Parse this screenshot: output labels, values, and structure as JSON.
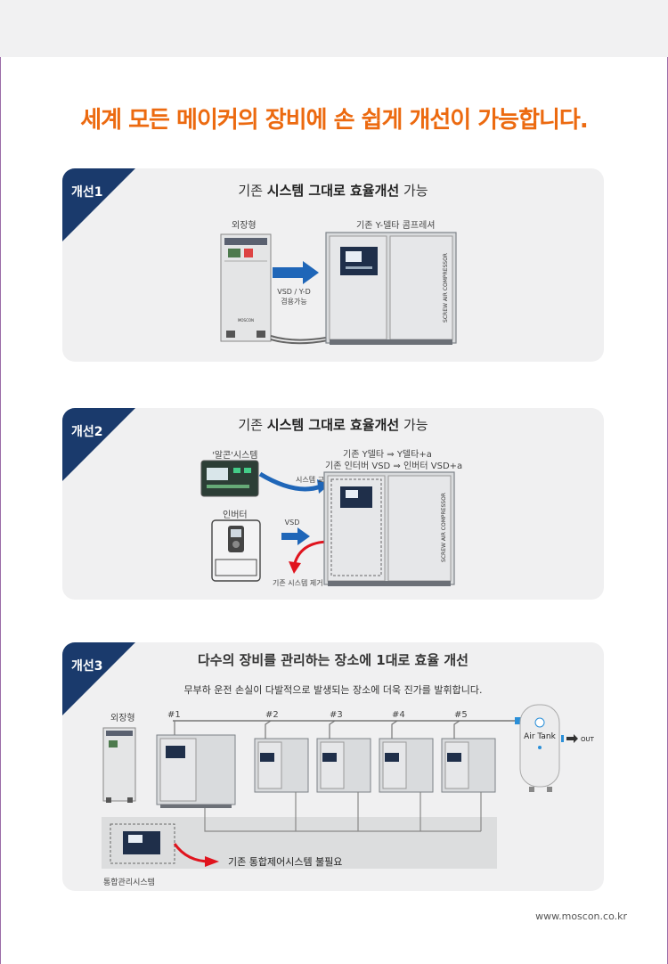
{
  "headline": "세계 모든 메이커의 장비에 손 쉽게 개선이 가능합니다.",
  "colors": {
    "accent": "#ec6a10",
    "navy": "#1a3a6c",
    "arrow_blue": "#1f66b8",
    "arrow_red": "#e0141e",
    "card_bg": "#f0f0f1"
  },
  "card1": {
    "tag": "개선1",
    "sub_pre": "기존 ",
    "sub_bold": "시스템 그대로 효율개선",
    "sub_post": " 가능",
    "label_cabinet": "외장형",
    "label_compressor": "기존 Y-델타 콤프레셔",
    "arrow_line1": "VSD / Y-D",
    "arrow_line2": "겸용가능",
    "compressor_text": "SCREW AIR COMPRESSOR",
    "cabinet_brand": "MOSCON"
  },
  "card2": {
    "tag": "개선2",
    "sub_pre": "기존 ",
    "sub_bold": "시스템 그대로 효율개선",
    "sub_post": " 가능",
    "label_controller": "'알콘'시스템",
    "label_inverter": "인버터",
    "line1": "기존 Y델타 ⇒ Y델타+a",
    "line2": "기존 인터버 VSD ⇒ 인버터 VSD+a",
    "arrow_replace": "시스템 교체",
    "arrow_vsd": "VSD",
    "remove_label": "기존 시스템 제거",
    "compressor_text": "SCREW AIR COMPRESSOR"
  },
  "card3": {
    "tag": "개선3",
    "title": "다수의 장비를 관리하는 장소에 1대로 효율 개선",
    "desc": "무부하 운전 손실이 다발적으로 발생되는 장소에 더욱 진가를 발휘합니다.",
    "label_cabinet": "외장형",
    "units": [
      "#1",
      "#2",
      "#3",
      "#4",
      "#5"
    ],
    "tank_label": "Air Tank",
    "out_label": "OUT",
    "remove_text": "기존 통합제어시스템 불필요",
    "integrated_label": "통합관리시스템"
  },
  "footer": "www.moscon.co.kr"
}
